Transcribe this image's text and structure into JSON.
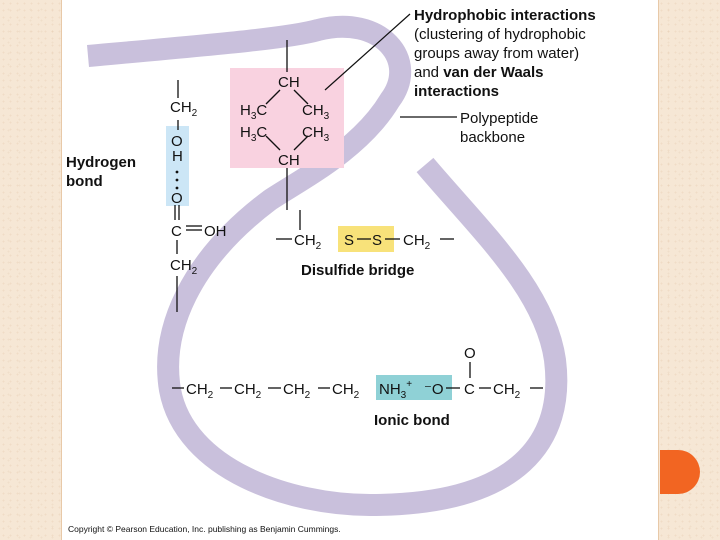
{
  "labels": {
    "hydrophobic_line1": "Hydrophobic interactions",
    "hydrophobic_line2": "(clustering of hydrophobic",
    "hydrophobic_line3": "groups away from water)",
    "hydrophobic_line4_pre": "and ",
    "hydrophobic_line4_bold": "van der Waals",
    "hydrophobic_line5": "interactions",
    "polypeptide_line1": "Polypeptide",
    "polypeptide_line2": "backbone",
    "hydrogen_line1": "Hydrogen",
    "hydrogen_line2": "bond",
    "disulfide": "Disulfide bridge",
    "ionic": "Ionic bond",
    "copyright": "Copyright © Pearson Education, Inc. publishing as Benjamin Cummings."
  },
  "chem": {
    "ch2": "CH",
    "sub2": "2",
    "sub3": "3",
    "ch": "CH",
    "h3c": "H",
    "c": "C",
    "o": "O",
    "h": "H",
    "oh": "OH",
    "s": "S",
    "nh": "NH",
    "plus": "+",
    "minus_o": "⁻O"
  },
  "colors": {
    "backbone": "#c9c0dc",
    "hydrophobic_box": "#f9d2e0",
    "hydrogen_box": "#cce6f6",
    "disulfide_box": "#f8e27a",
    "ionic_box": "#8fd1d6",
    "accent": "#f26522"
  }
}
